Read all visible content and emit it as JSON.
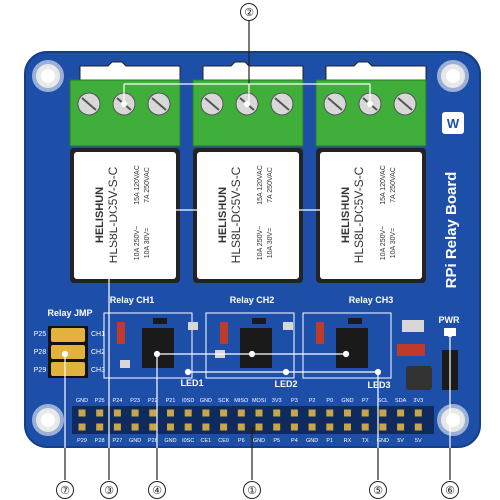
{
  "board": {
    "title": "RPi Relay Board",
    "brand_logo_text": "W",
    "colors": {
      "pcb": "#1d4fa8",
      "pcb_edge": "#163d87",
      "terminal": "#3fae3a",
      "relay": "#222222",
      "header_pin": "#c9a64a",
      "silkscreen": "#ffffff",
      "jumper": "#e3b23c"
    },
    "channel_labels": [
      "Relay CH1",
      "Relay CH2",
      "Relay CH3"
    ],
    "led_labels": [
      "LED1",
      "LED2",
      "LED3"
    ],
    "pwr_label": "PWR",
    "jumper_title": "Relay JMP",
    "jumper_pins": [
      "P25",
      "P28",
      "P29"
    ],
    "jumper_channels": [
      "CH1",
      "CH2",
      "CH3"
    ],
    "relay_markings": {
      "brand": "HELISHUN",
      "model": "HLS8L-DC5V-S-C",
      "rating_a": "15A 120VAC",
      "rating_b": "7A 250VAC",
      "rating_c": "10A 250V~",
      "rating_d": "10A 30V="
    },
    "header_top_labels": [
      "GND",
      "P25",
      "P24",
      "P23",
      "P22",
      "P21",
      "I0SD",
      "GND",
      "SCK",
      "MISO",
      "MOSI",
      "3V3",
      "P3",
      "P2",
      "P0",
      "GND",
      "P7",
      "SCL",
      "SDA",
      "3V3"
    ],
    "header_bottom_labels": [
      "P29",
      "P28",
      "P27",
      "GND",
      "P26",
      "GND",
      "I0SC",
      "CE1",
      "CE0",
      "P6",
      "GND",
      "P5",
      "P4",
      "GND",
      "P1",
      "RX",
      "TX",
      "GND",
      "5V",
      "5V"
    ]
  },
  "callouts": [
    "①",
    "②",
    "③",
    "④",
    "⑤",
    "⑥",
    "⑦"
  ]
}
